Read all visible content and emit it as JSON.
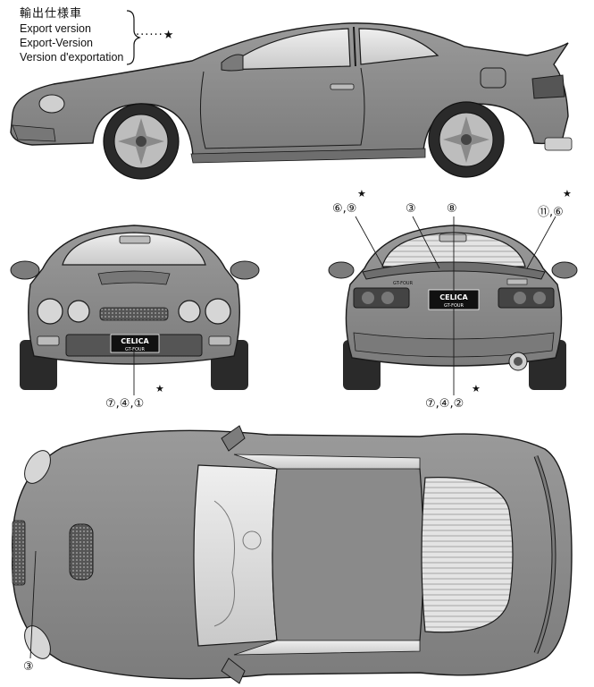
{
  "legend": {
    "japanese": "輸出仕様車",
    "english": "Export version",
    "german": "Export-Version",
    "french": "Version d'exportation",
    "marker": "······★"
  },
  "callouts": {
    "rear_top_left": "⑥,⑨",
    "rear_top_mid1": "③",
    "rear_top_mid2": "⑧",
    "rear_top_right": "⑪,⑥",
    "front_bottom": "⑦,④,①",
    "rear_bottom": "⑦,④,②",
    "top_left": "③",
    "star": "★"
  },
  "decals": {
    "front_plate_line1": "CELICA",
    "front_plate_line2": "GT-FOUR",
    "rear_plate_line1": "CELICA",
    "rear_plate_line2": "GT-FOUR",
    "rear_badge": "GT-FOUR"
  },
  "colors": {
    "body": "#8c8c8c",
    "body_dark": "#6e6e6e",
    "glass": "#d8d8d8",
    "outline": "#1a1a1a",
    "tire": "#2a2a2a"
  }
}
